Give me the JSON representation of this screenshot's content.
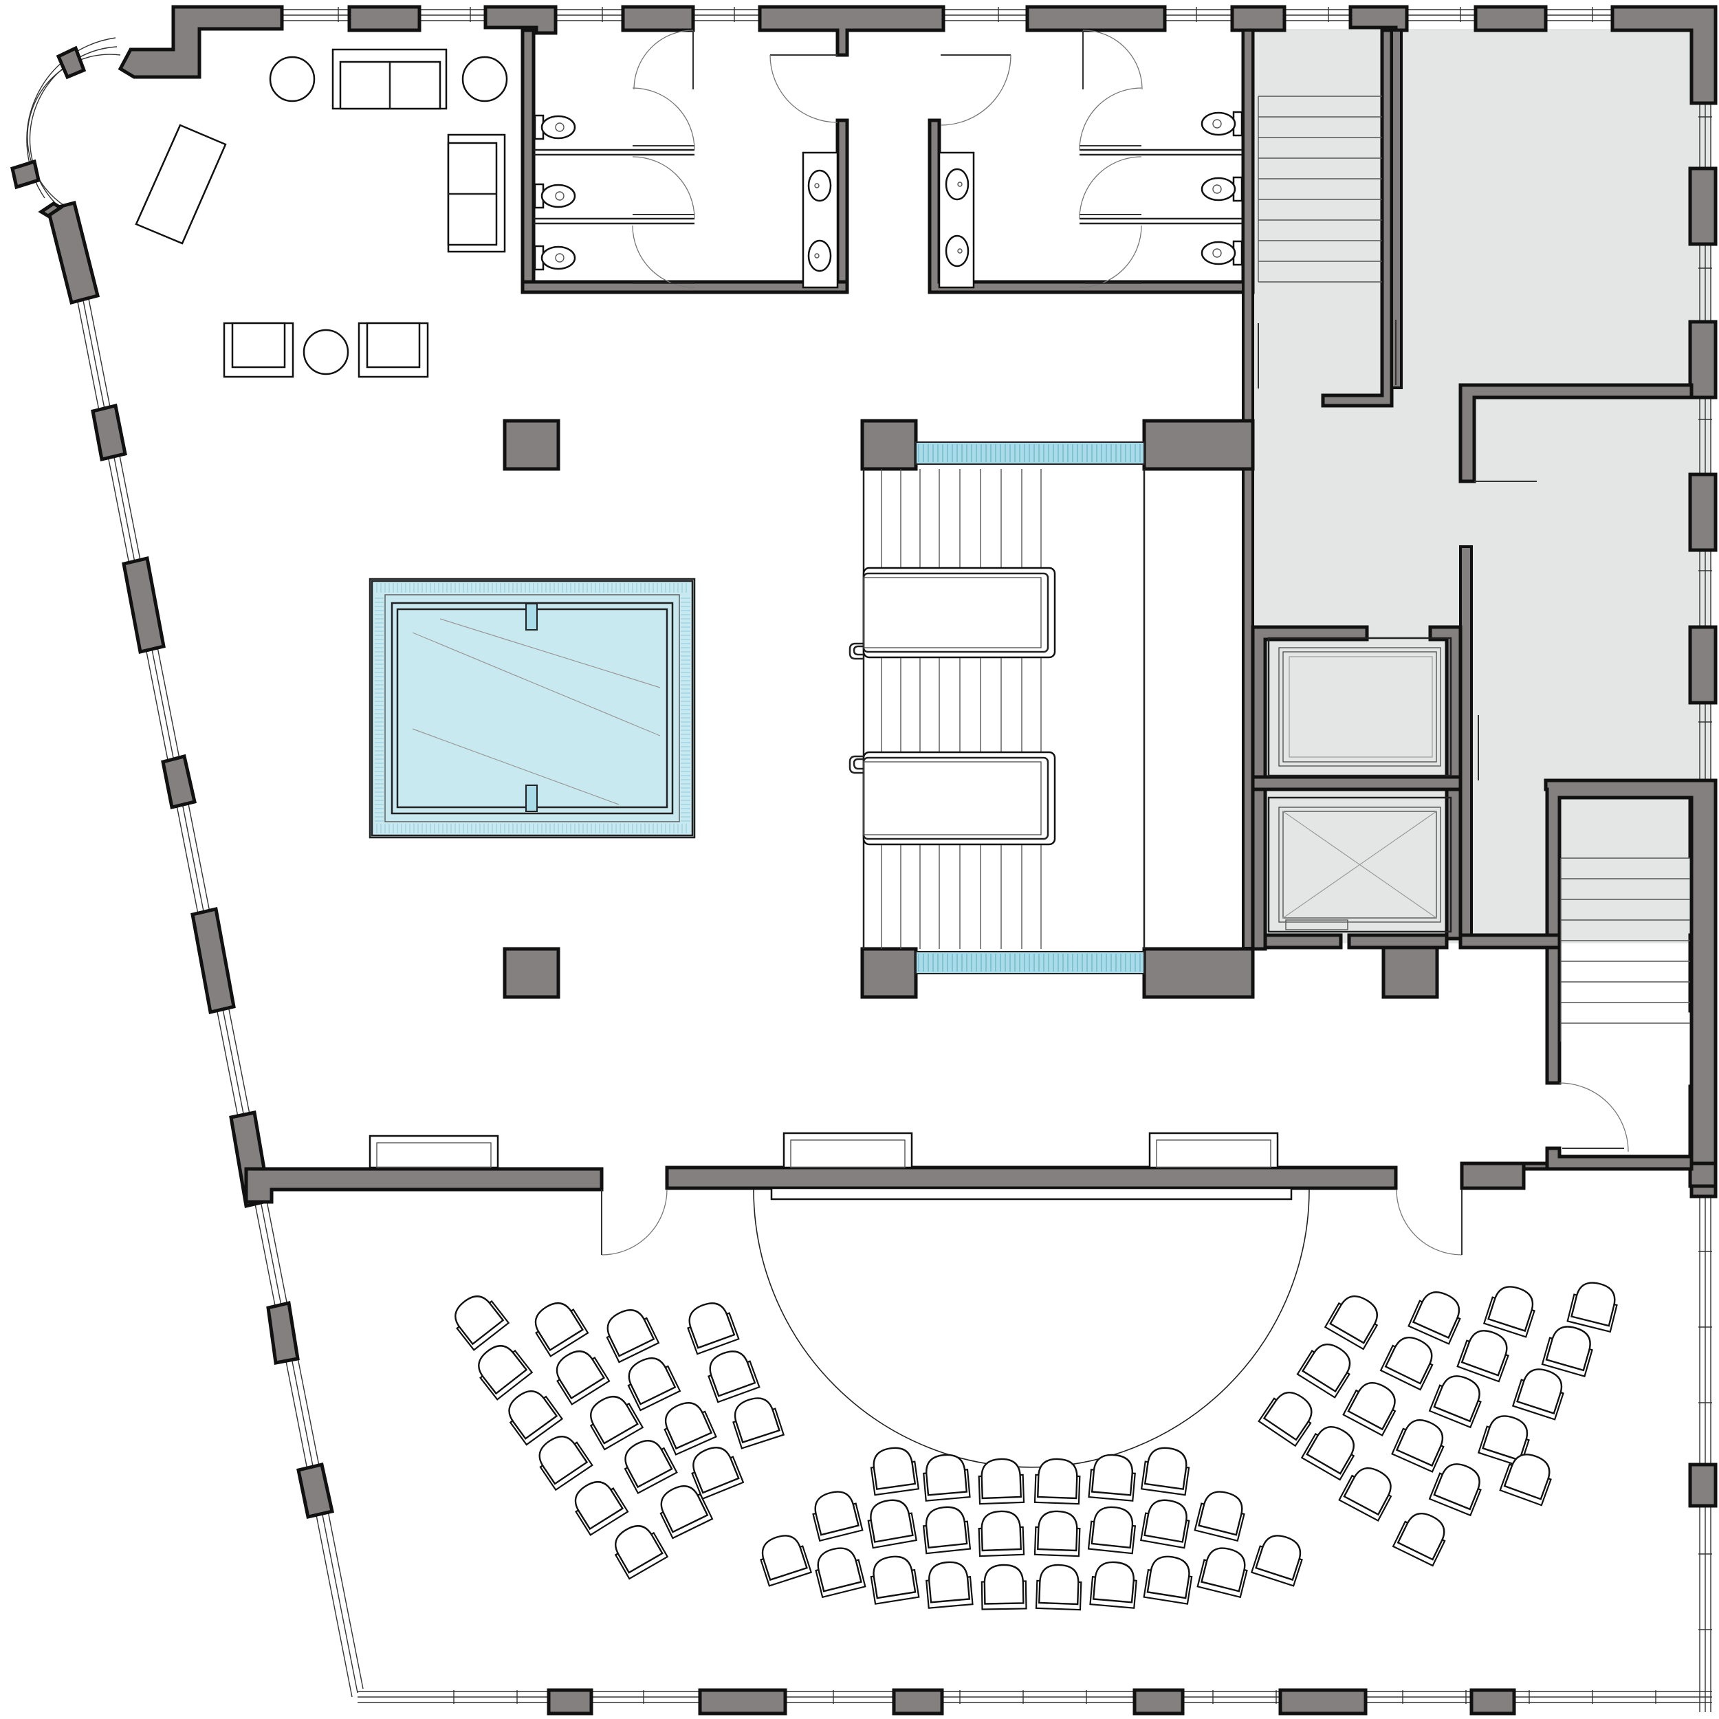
{
  "plan": {
    "colors": {
      "wall": "#858080",
      "core_fill": "#e4e6e6",
      "glass": "#c9e9f1",
      "outline": "#111111",
      "background": "#ffffff"
    },
    "zones": [
      "lounge",
      "restroom-left",
      "restroom-right",
      "stair-core",
      "elevators",
      "atrium-lightwell",
      "escalators",
      "lecture-hall"
    ],
    "counts": {
      "toilets": 6,
      "sinks": 4,
      "elevators": 2,
      "escalators": 2,
      "auditorium_chairs": 66
    },
    "icons": [
      "toilet-icon",
      "sink-icon",
      "sofa-icon",
      "armchair-icon",
      "side-table-icon",
      "auditorium-chair-icon"
    ]
  }
}
